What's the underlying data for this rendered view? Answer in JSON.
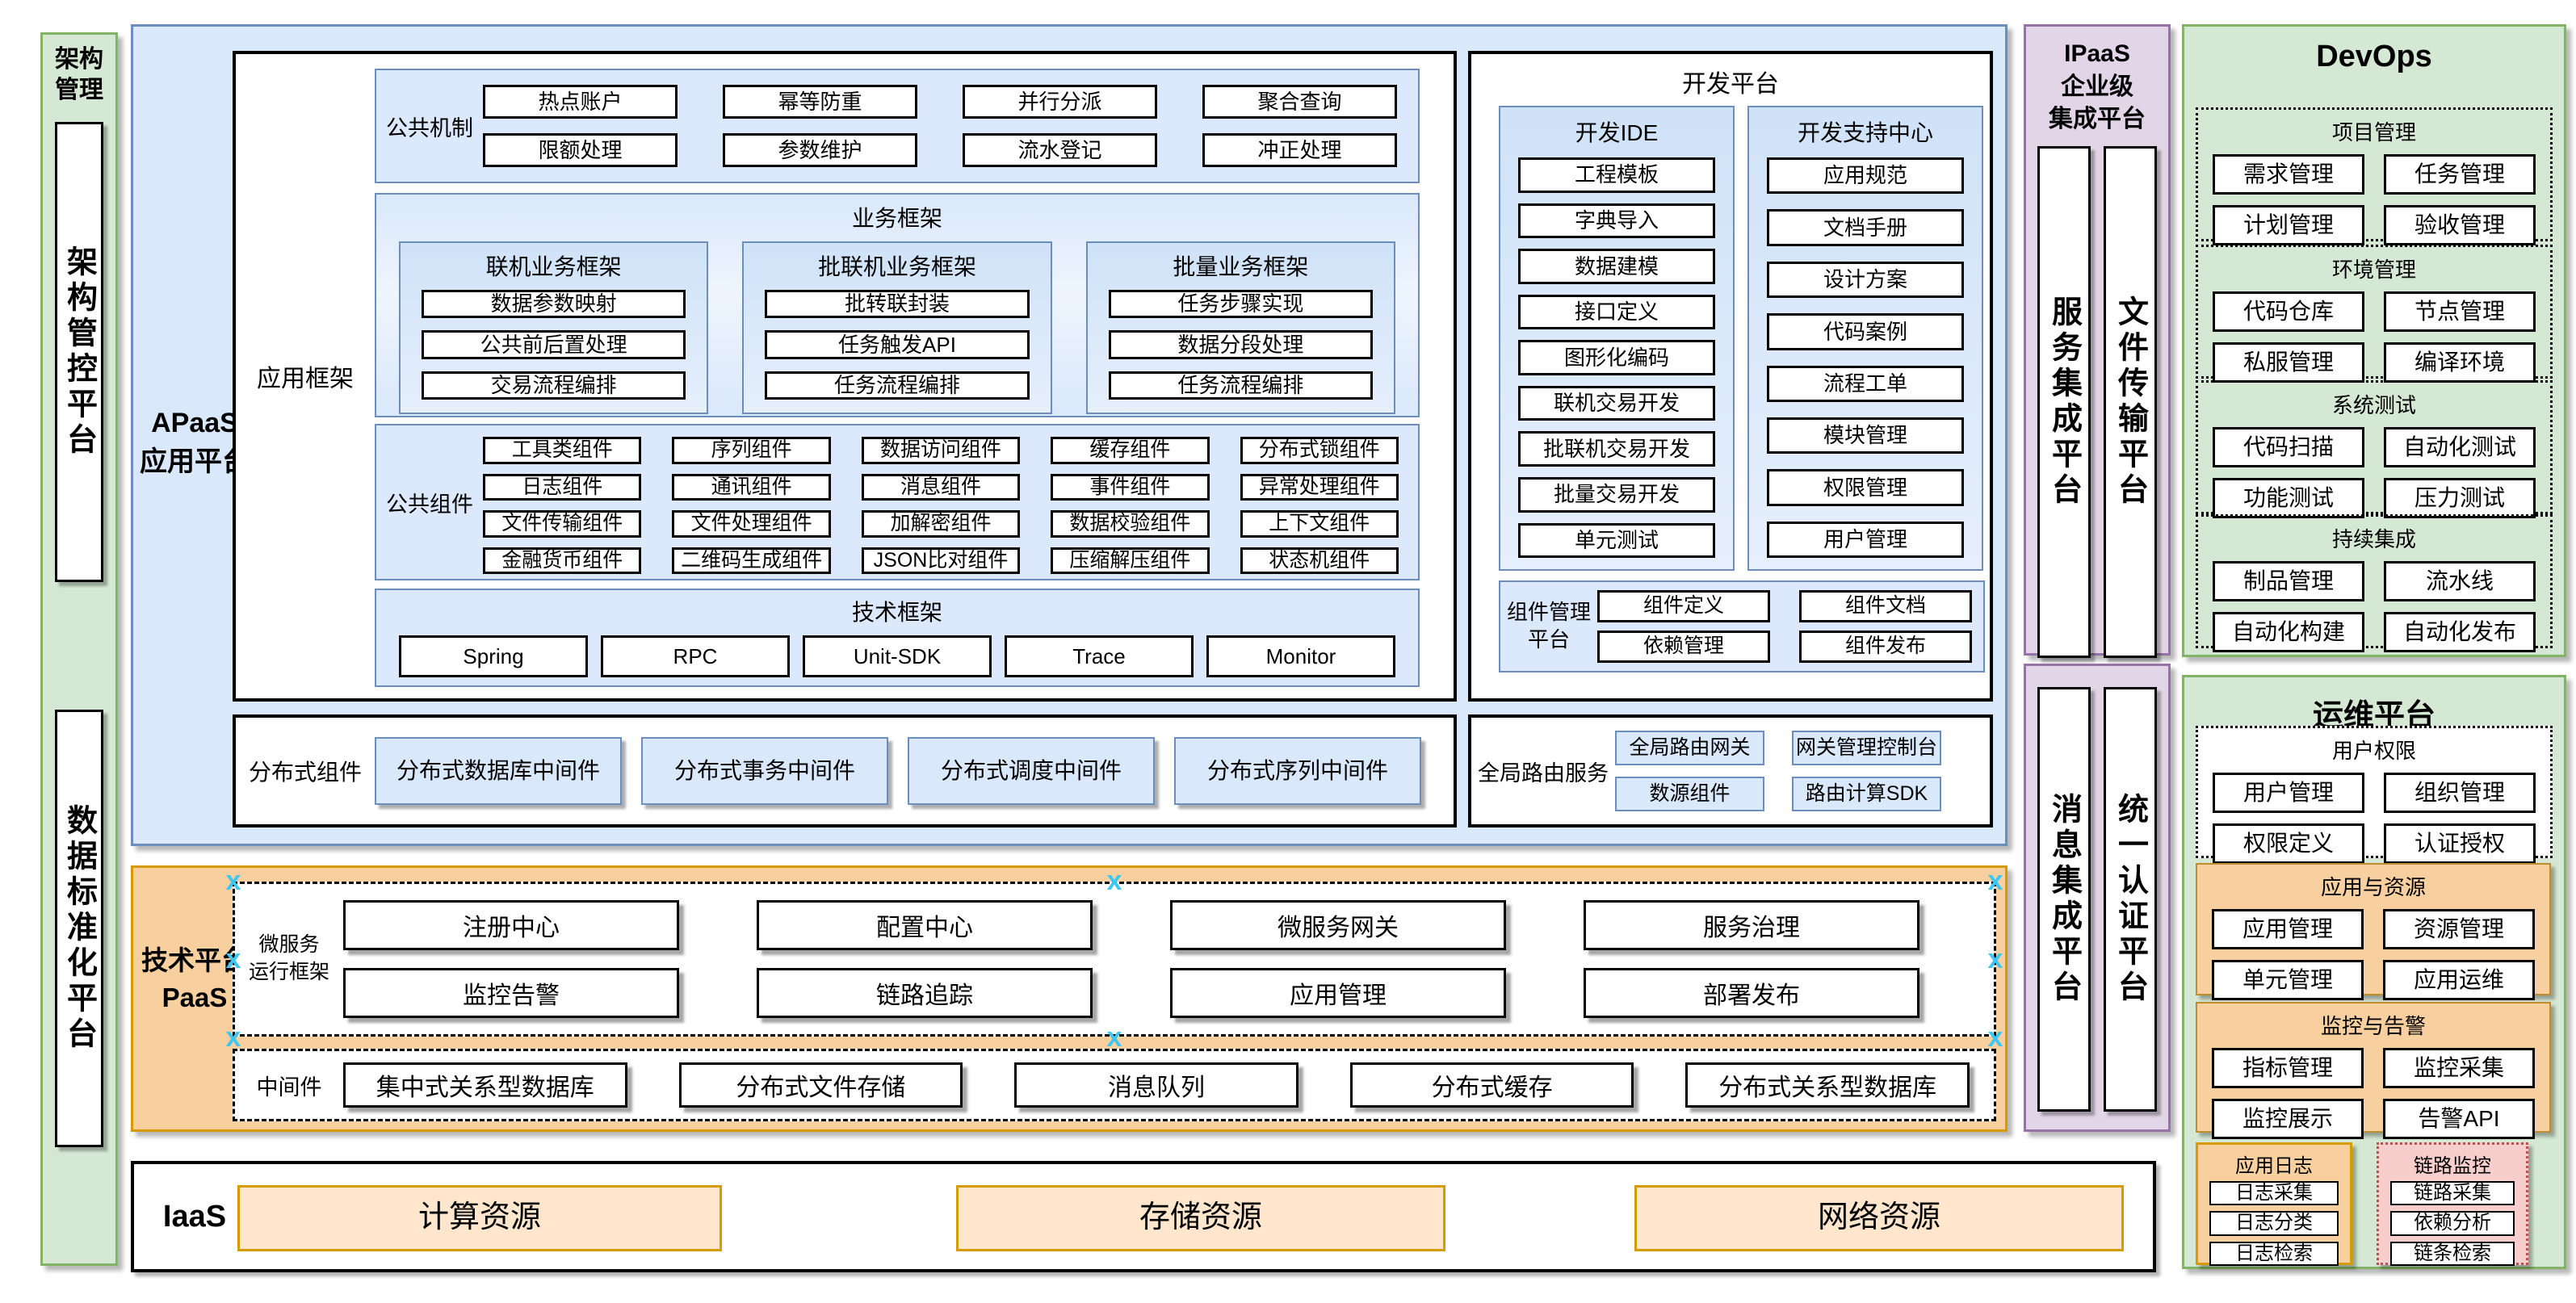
{
  "colors": {
    "blue_fill": "#dae8fc",
    "blue_border": "#6c8ebf",
    "green_fill": "#d5e8d4",
    "green_border": "#82b366",
    "purple_fill": "#e1d5e7",
    "purple_border": "#9673a6",
    "orange_fill": "#f8cf9f",
    "orange_light_fill": "#ffe6cc",
    "orange_border": "#d79b00",
    "pink_fill": "#f8cecc",
    "pink_border": "#b85450",
    "selection_handle": "#3dc7f4"
  },
  "left_rail": {
    "title": "架构\n管理",
    "bars": [
      "架构管控平台",
      "数据标准化平台"
    ]
  },
  "apaas": {
    "label": "APaaS\n应用平台",
    "app_framework": {
      "label": "应用框架",
      "common_mechanism": {
        "label": "公共机制",
        "items": [
          "热点账户",
          "幂等防重",
          "并行分派",
          "聚合查询",
          "限额处理",
          "参数维护",
          "流水登记",
          "冲正处理"
        ]
      },
      "business_framework": {
        "title": "业务框架",
        "columns": [
          {
            "title": "联机业务框架",
            "items": [
              "数据参数映射",
              "公共前后置处理",
              "交易流程编排"
            ]
          },
          {
            "title": "批联机业务框架",
            "items": [
              "批转联封装",
              "任务触发API",
              "任务流程编排"
            ]
          },
          {
            "title": "批量业务框架",
            "items": [
              "任务步骤实现",
              "数据分段处理",
              "任务流程编排"
            ]
          }
        ]
      },
      "common_components": {
        "label": "公共组件",
        "items": [
          "工具类组件",
          "序列组件",
          "数据访问组件",
          "缓存组件",
          "分布式锁组件",
          "日志组件",
          "通讯组件",
          "消息组件",
          "事件组件",
          "异常处理组件",
          "文件传输组件",
          "文件处理组件",
          "加解密组件",
          "数据校验组件",
          "上下文组件",
          "金融货币组件",
          "二维码生成组件",
          "JSON比对组件",
          "压缩解压组件",
          "状态机组件"
        ]
      },
      "tech_framework": {
        "title": "技术框架",
        "items": [
          "Spring",
          "RPC",
          "Unit-SDK",
          "Trace",
          "Monitor"
        ]
      }
    },
    "distributed_components": {
      "label": "分布式组件",
      "items": [
        "分布式数据库中间件",
        "分布式事务中间件",
        "分布式调度中间件",
        "分布式序列中间件"
      ]
    },
    "dev_platform": {
      "title": "开发平台",
      "ide": {
        "title": "开发IDE",
        "items": [
          "工程模板",
          "字典导入",
          "数据建模",
          "接口定义",
          "图形化编码",
          "联机交易开发",
          "批联机交易开发",
          "批量交易开发",
          "单元测试"
        ]
      },
      "support_center": {
        "title": "开发支持中心",
        "items": [
          "应用规范",
          "文档手册",
          "设计方案",
          "代码案例",
          "流程工单",
          "模块管理",
          "权限管理",
          "用户管理"
        ]
      },
      "component_mgmt": {
        "label": "组件管理\n平台",
        "items": [
          "组件定义",
          "组件文档",
          "依赖管理",
          "组件发布"
        ]
      }
    },
    "global_routing": {
      "label": "全局路由服务",
      "items": [
        "全局路由网关",
        "网关管理控制台",
        "数源组件",
        "路由计算SDK"
      ]
    }
  },
  "paas": {
    "label": "技术平台\nPaaS",
    "microservice_runtime": {
      "label": "微服务\n运行框架",
      "items": [
        "注册中心",
        "配置中心",
        "微服务网关",
        "服务治理",
        "监控告警",
        "链路追踪",
        "应用管理",
        "部署发布"
      ]
    },
    "middleware": {
      "label": "中间件",
      "items": [
        "集中式关系型数据库",
        "分布式文件存储",
        "消息队列",
        "分布式缓存",
        "分布式关系型数据库"
      ]
    }
  },
  "iaas": {
    "label": "IaaS",
    "items": [
      "计算资源",
      "存储资源",
      "网络资源"
    ]
  },
  "ipaas": {
    "title": "IPaaS\n企业级\n集成平台",
    "bars_top": [
      "服务集成平台",
      "文件传输平台"
    ],
    "bars_bottom": [
      "消息集成平台",
      "统一认证平台"
    ]
  },
  "devops": {
    "title": "DevOps",
    "sections": [
      {
        "title": "项目管理",
        "items": [
          "需求管理",
          "任务管理",
          "计划管理",
          "验收管理"
        ]
      },
      {
        "title": "环境管理",
        "items": [
          "代码仓库",
          "节点管理",
          "私服管理",
          "编译环境"
        ]
      },
      {
        "title": "系统测试",
        "items": [
          "代码扫描",
          "自动化测试",
          "功能测试",
          "压力测试"
        ]
      },
      {
        "title": "持续集成",
        "items": [
          "制品管理",
          "流水线",
          "自动化构建",
          "自动化发布"
        ]
      }
    ]
  },
  "ops": {
    "title": "运维平台",
    "sections": [
      {
        "title": "用户权限",
        "items": [
          "用户管理",
          "组织管理",
          "权限定义",
          "认证授权"
        ]
      },
      {
        "title": "应用与资源",
        "items": [
          "应用管理",
          "资源管理",
          "单元管理",
          "应用运维"
        ]
      },
      {
        "title": "监控与告警",
        "items": [
          "指标管理",
          "监控采集",
          "监控展示",
          "告警API"
        ]
      }
    ],
    "app_log": {
      "title": "应用日志",
      "items": [
        "日志采集",
        "日志分类",
        "日志检索"
      ]
    },
    "trace_monitor": {
      "title": "链路监控",
      "items": [
        "链路采集",
        "依赖分析",
        "链条检索"
      ]
    }
  }
}
